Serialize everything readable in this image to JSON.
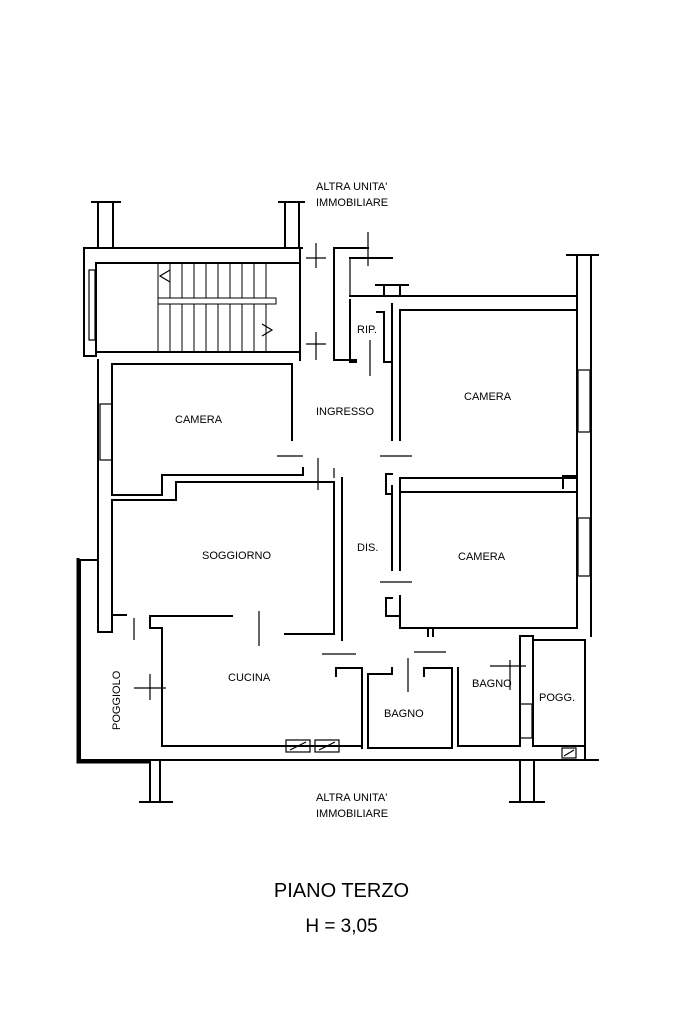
{
  "labels": {
    "neighbor_top_1": "ALTRA UNITA'",
    "neighbor_top_2": "IMMOBILIARE",
    "neighbor_bottom_1": "ALTRA UNITA'",
    "neighbor_bottom_2": "IMMOBILIARE",
    "camera_left": "CAMERA",
    "ingresso": "INGRESSO",
    "rip": "RIP.",
    "camera_right_top": "CAMERA",
    "soggiorno": "SOGGIORNO",
    "dis": "DIS.",
    "camera_right_bottom": "CAMERA",
    "cucina": "CUCINA",
    "bagno_center": "BAGNO",
    "bagno_right": "BAGNO",
    "pogg": "POGG.",
    "poggiolo": "POGGIOLO"
  },
  "footer": {
    "title": "PIANO TERZO",
    "height": "H = 3,05"
  }
}
